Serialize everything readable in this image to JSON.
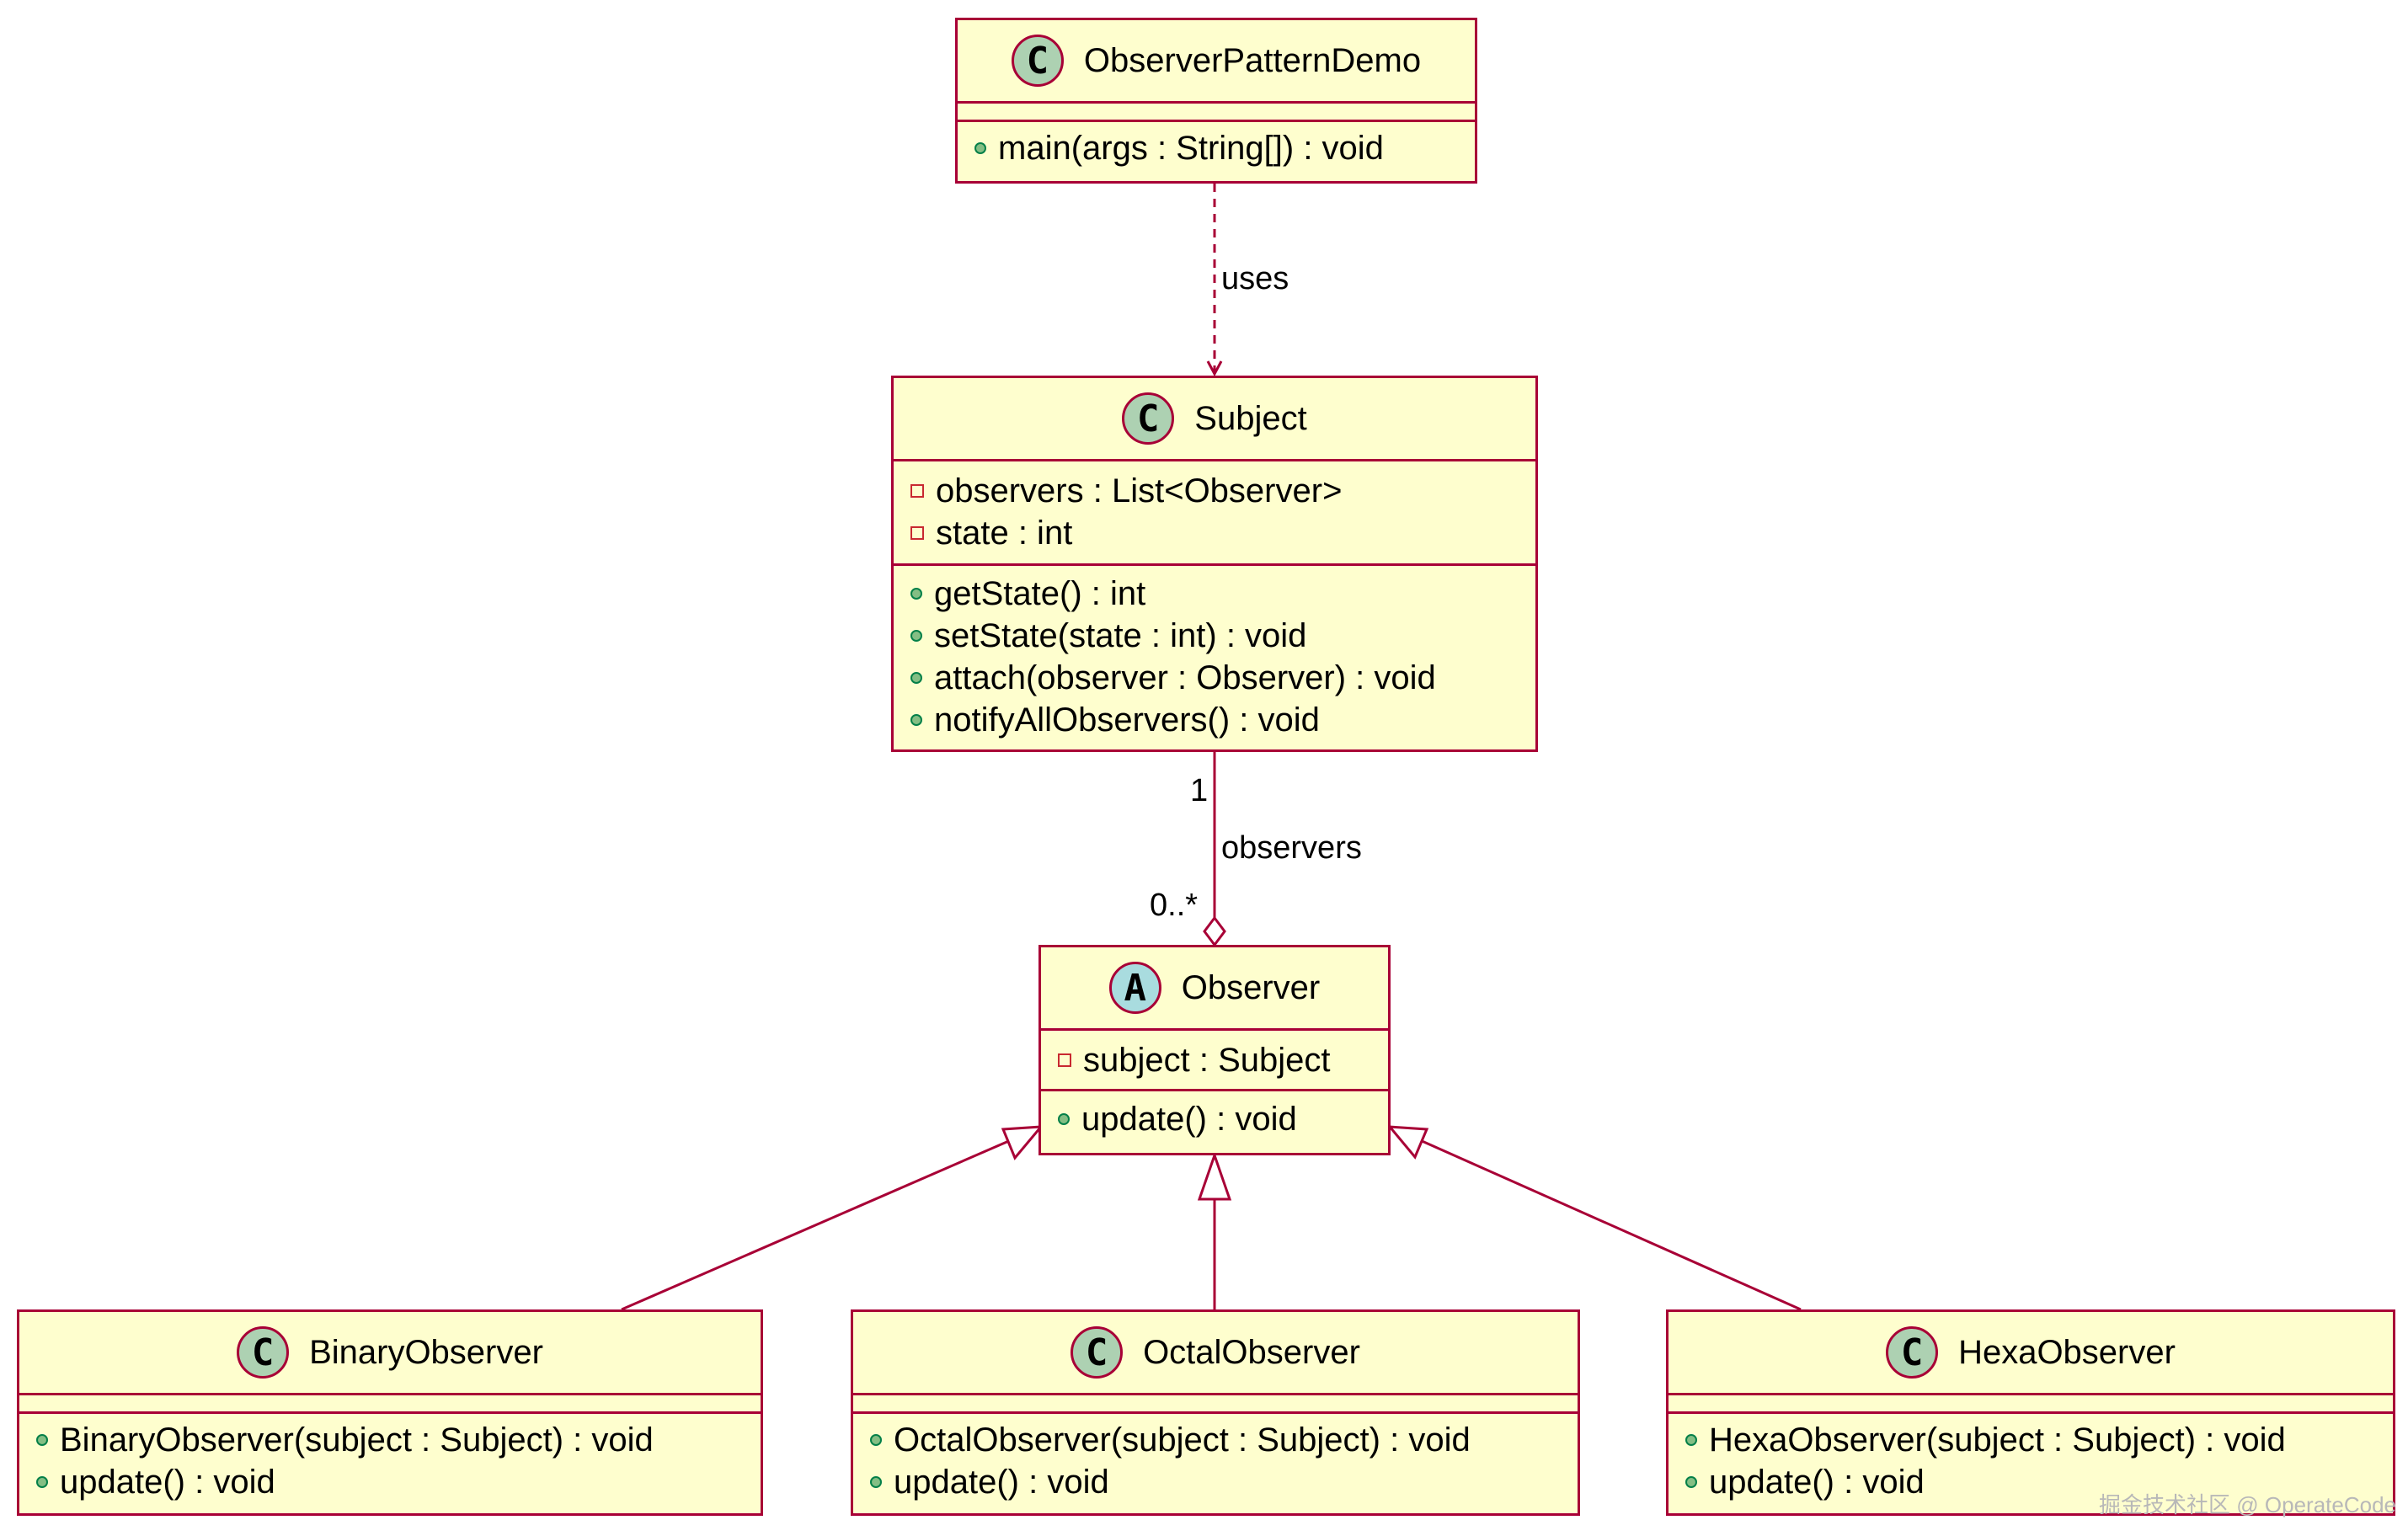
{
  "classes": {
    "demo": {
      "badge": "C",
      "name": "ObserverPatternDemo",
      "fields": [],
      "methods": [
        "main(args : String[]) : void"
      ]
    },
    "subject": {
      "badge": "C",
      "name": "Subject",
      "fields": [
        "observers : List<Observer>",
        "state : int"
      ],
      "methods": [
        "getState() : int",
        "setState(state : int) : void",
        "attach(observer : Observer) : void",
        "notifyAllObservers() : void"
      ]
    },
    "observer": {
      "badge": "A",
      "name": "Observer",
      "fields": [
        "subject : Subject"
      ],
      "methods": [
        "update() : void"
      ]
    },
    "binary": {
      "badge": "C",
      "name": "BinaryObserver",
      "fields": [],
      "methods": [
        "BinaryObserver(subject : Subject) : void",
        "update() : void"
      ]
    },
    "octal": {
      "badge": "C",
      "name": "OctalObserver",
      "fields": [],
      "methods": [
        "OctalObserver(subject : Subject) : void",
        "update() : void"
      ]
    },
    "hexa": {
      "badge": "C",
      "name": "HexaObserver",
      "fields": [],
      "methods": [
        "HexaObserver(subject : Subject) : void",
        "update() : void"
      ]
    }
  },
  "relations": {
    "uses_label": "uses",
    "assoc_label": "observers",
    "assoc_source_mult": "1",
    "assoc_target_mult": "0..*"
  },
  "watermark": "掘金技术社区 @ OperateCode",
  "colors": {
    "box_fill": "#fefece",
    "border": "#a80036",
    "class_badge": "#add1b2",
    "abstract_badge": "#a9dcdf",
    "public_icon": "#84be84",
    "private_icon": "#c82930"
  }
}
